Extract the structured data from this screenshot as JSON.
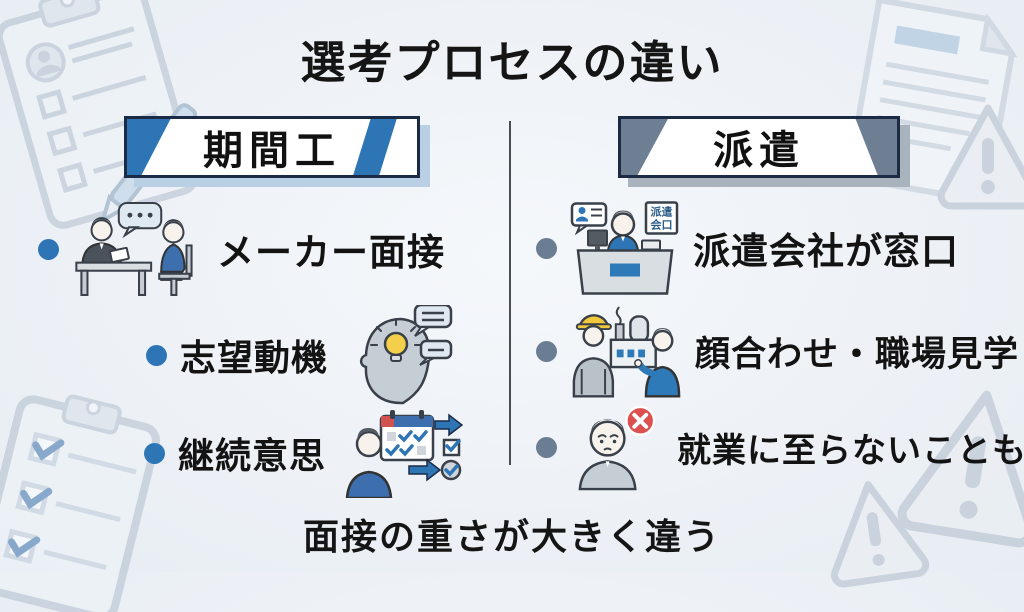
{
  "title": "選考プロセスの違い",
  "conclusion": "面接の重さが大きく違う",
  "columns": {
    "left": {
      "header": "期間工",
      "accent_color": "#2e75b6",
      "items": [
        {
          "label": "メーカー面接",
          "icon": "interview-illustration"
        },
        {
          "label": "志望動機",
          "icon": "thinking-head-illustration"
        },
        {
          "label": "継続意思",
          "icon": "continuity-schedule-illustration"
        }
      ]
    },
    "right": {
      "header": "派遣",
      "accent_color": "#6b7d93",
      "items": [
        {
          "label": "派遣会社が窓口",
          "icon": "agency-reception-illustration",
          "sign": [
            "派遣",
            "会口"
          ]
        },
        {
          "label": "顔合わせ・職場見学",
          "icon": "workplace-tour-illustration"
        },
        {
          "label": "就業に至らないことも",
          "icon": "no-employment-illustration"
        }
      ]
    }
  },
  "colors": {
    "background": "#edf1f6",
    "text": "#131313",
    "navy_border": "#1c2b45",
    "accent_blue": "#2e75b6",
    "accent_slate": "#6b7d93",
    "divider": "#4a4e54",
    "banner_shadow_left": "#b9cfe3",
    "banner_shadow_right": "#a9b3be",
    "warning_red": "#dd5050",
    "bulb_yellow": "#f4d04a"
  }
}
